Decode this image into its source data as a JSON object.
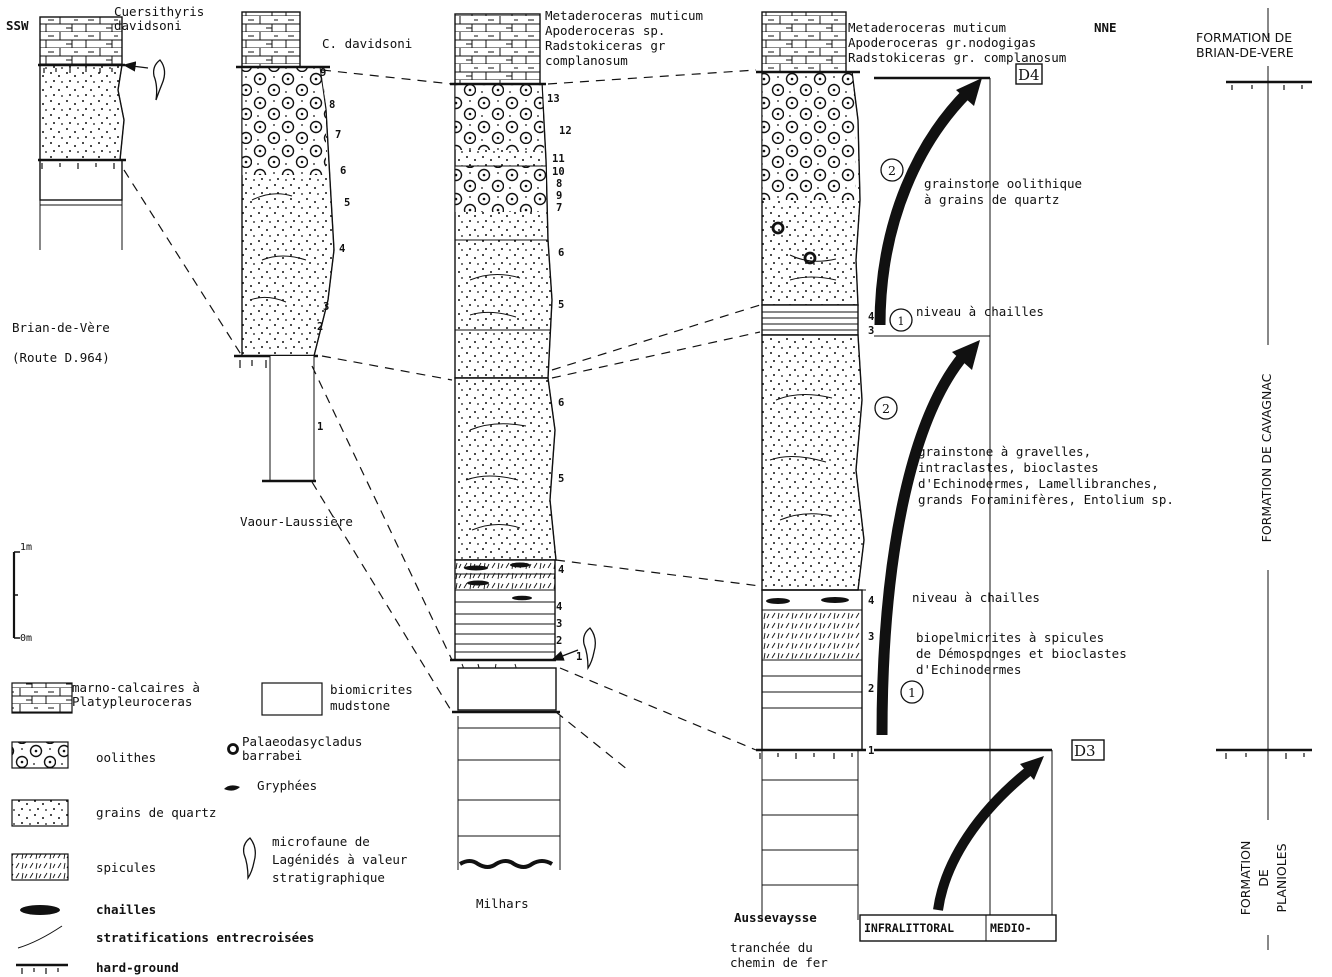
{
  "orientation": {
    "left": "SSW",
    "right": "NNE"
  },
  "sections": {
    "brian": {
      "fossil_top": "Cuersithyris\ndavidsoni",
      "name": "Brian-de-Vère",
      "road": "(Route D.964)"
    },
    "vaour": {
      "fossil_top": "C. davidsoni",
      "name": "Vaour-Laussière",
      "beds": [
        "9",
        "8",
        "7",
        "6",
        "5",
        "4",
        "3",
        "2",
        "1"
      ]
    },
    "milhars": {
      "ammonites": [
        "Metaderoceras muticum",
        "Apoderoceras sp.",
        "Radstokiceras gr",
        "complanosum"
      ],
      "name": "Milhars",
      "beds_upper": [
        "13",
        "12",
        "11",
        "10",
        "8",
        "9",
        "7",
        "6",
        "5"
      ],
      "beds_lower": [
        "6",
        "5",
        "4",
        "4",
        "3",
        "2",
        "1"
      ]
    },
    "aussevaysse": {
      "ammonites": [
        "Metaderoceras muticum",
        "Apoderoceras gr.nodogigas",
        "Radstokiceras gr. complanosum"
      ],
      "name": "Aussevaysse",
      "place": [
        "tranchée du",
        "chemin de fer"
      ],
      "beds": [
        "4",
        "3",
        "4",
        "3",
        "2",
        "1"
      ]
    }
  },
  "sequence_markers": {
    "d4": "D4",
    "d3": "D3"
  },
  "interpretation": {
    "c2_upper": "2",
    "grainstone_ool": [
      "grainstone oolithique",
      "à grains de quartz"
    ],
    "c1_upper": "1",
    "chailles_upper": "niveau à chailles",
    "c2_lower": "2",
    "grainstone_grav": [
      "grainstone à gravelles,",
      "intraclastes, bioclastes",
      "d'Echinodermes, Lamellibranches,",
      "grands Foraminifères, Entolium sp."
    ],
    "chailles_lower": "niveau à chailles",
    "biopel": [
      "biopelmicrites à spicules",
      "de Démosponges et bioclastes",
      "d'Echinodermes"
    ],
    "c1_lower": "1"
  },
  "environments": {
    "infra": "INFRALITTORAL",
    "medio": "MEDIO-"
  },
  "formations": {
    "brian": [
      "FORMATION DE",
      "BRIAN-DE-VERE"
    ],
    "cavagnac": "FORMATION DE CAVAGNAC",
    "planioles": [
      "FORMATION",
      "DE",
      "PLANIOLES"
    ]
  },
  "scale": {
    "top": "1m",
    "bottom": "0m"
  },
  "legend": {
    "marno": [
      "marno-calcaires à",
      "Platypleuroceras"
    ],
    "biomicrites": [
      "biomicrites",
      "mudstone"
    ],
    "oolithes": "oolithes",
    "palaeo": [
      "Palaeodasycladus",
      "barrabei"
    ],
    "gryphees": "Gryphées",
    "quartz": "grains de quartz",
    "microfaune": [
      "microfaune de",
      "Lagénidés à valeur",
      "stratigraphique"
    ],
    "spicules": "spicules",
    "chailles": "chailles",
    "stratif": "stratifications entrecroisées",
    "hardground": "hard-ground"
  }
}
